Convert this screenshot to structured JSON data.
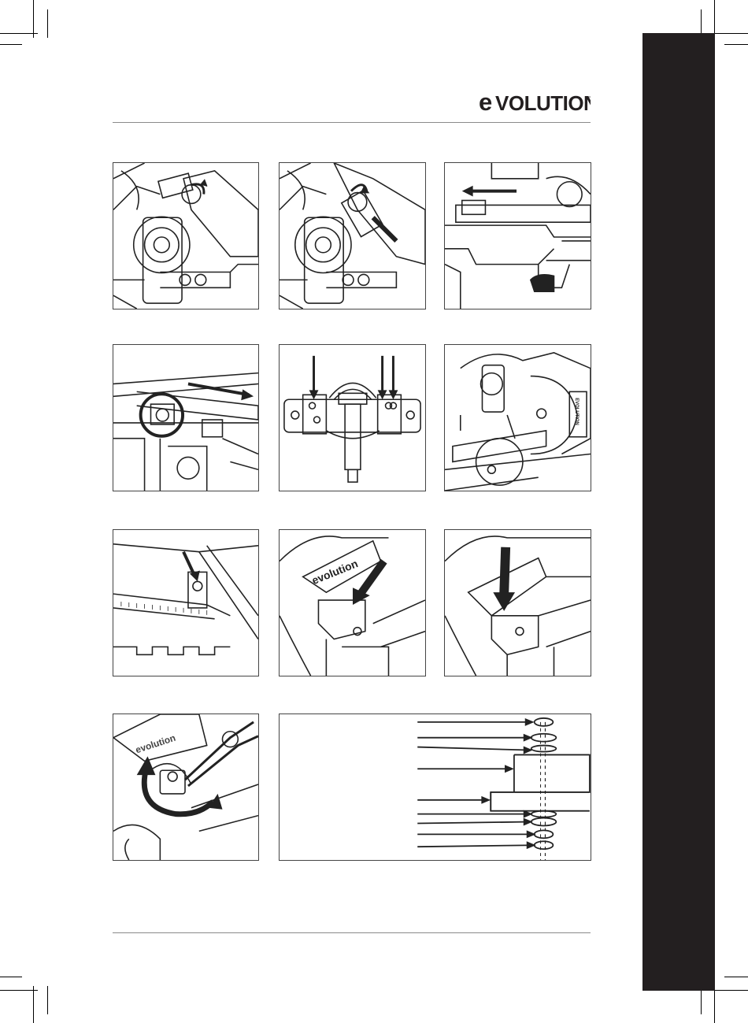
{
  "header": {
    "brand": "EVOLUTION",
    "brand_first": "e",
    "brand_rest": "VOLUTION",
    "trademark": "™"
  },
  "figures": {
    "handle_brand": "evolution",
    "saw_brand": "EVOLUTION"
  },
  "colors": {
    "side_tab": "#231f20",
    "rule": "#8a8a8a",
    "line_art": "#222222"
  },
  "icons": [
    "arrow-icon",
    "curved-arrow-icon",
    "circle-highlight-icon",
    "rotation-arrows-icon",
    "pliers-icon"
  ]
}
